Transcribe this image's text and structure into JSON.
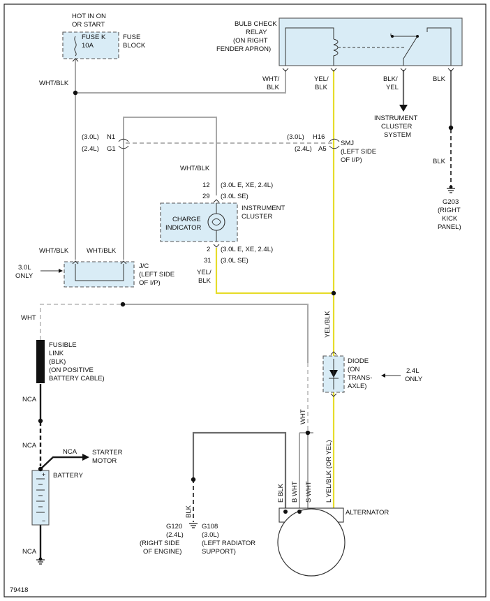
{
  "figure_id": "79418",
  "labels": {
    "hot_in_on": "HOT IN ON",
    "or_start": "OR START",
    "fuse_k": "FUSE K",
    "fuse_amp": "10A",
    "fuse": "FUSE",
    "block": "BLOCK",
    "relay_1": "BULB CHECK",
    "relay_2": "RELAY",
    "relay_3": "(ON RIGHT",
    "relay_4": "FENDER APRON)",
    "wht_blk": "WHT/",
    "blk": "BLK",
    "yel": "YEL/",
    "blk_yel_1": "BLK/",
    "blk_yel_2": "YEL",
    "relay_blk": "BLK",
    "wht_blk_full": "WHT/BLK",
    "ic_sys_1": "INSTRUMENT",
    "ic_sys_2": "CLUSTER",
    "ic_sys_3": "SYSTEM",
    "l30_n1": "(3.0L)",
    "n1": "N1",
    "l24_g1": "(2.4L)",
    "g1": "G1",
    "l30_h16": "(3.0L)",
    "h16": "H16",
    "l24_a5": "(2.4L)",
    "a5": "A5",
    "smj_1": "SMJ",
    "smj_2": "(LEFT SIDE",
    "smj_3": "OF I/P)",
    "blk_lower": "BLK",
    "g203_1": "G203",
    "g203_2": "(RIGHT",
    "g203_3": "KICK",
    "g203_4": "PANEL)",
    "wht_blk_ic": "WHT/BLK",
    "pin12": "12",
    "pin12_desc": "(3.0L E, XE, 2.4L)",
    "pin29": "29",
    "pin29_desc": "(3.0L SE)",
    "ic_1": "INSTRUMENT",
    "ic_2": "CLUSTER",
    "charge_1": "CHARGE",
    "charge_2": "INDICATOR",
    "pin2": "2",
    "pin2_desc": "(3.0L E, XE, 2.4L)",
    "pin31": "31",
    "pin31_desc": "(3.0L SE)",
    "wht_blk_jc_left": "WHT/BLK",
    "wht_blk_jc_right": "WHT/BLK",
    "jc_1": "J/C",
    "jc_2": "(LEFT SIDE",
    "jc_3": "OF I/P)",
    "l30_only_1": "3.0L",
    "l30_only_2": "ONLY",
    "yel_blk_1": "YEL/",
    "yel_blk_2": "BLK",
    "wht": "WHT",
    "yel_blk_vert": "YEL/BLK",
    "fusible_1": "FUSIBLE",
    "fusible_2": "LINK",
    "fusible_3": "(BLK)",
    "fusible_4": "(ON POSITIVE",
    "fusible_5": "BATTERY CABLE)",
    "diode_1": "DIODE",
    "diode_2": "(ON",
    "diode_3": "TRANS-",
    "diode_4": "AXLE)",
    "l24_only_1": "2.4L",
    "l24_only_2": "ONLY",
    "nca_1": "NCA",
    "nca_2": "NCA",
    "nca_3": "NCA",
    "nca_4": "NCA",
    "starter_1": "STARTER",
    "starter_2": "MOTOR",
    "battery": "BATTERY",
    "wht_vert": "WHT",
    "blk_vert_gnd": "BLK",
    "e_blk": "E  BLK",
    "b_wht": "B  WHT",
    "s_wht": "S  WHT",
    "l_yel": "L  YEL/BLK (OR YEL)",
    "alternator": "ALTERNATOR",
    "g120": "G120",
    "g120_l": "(2.4L)",
    "g120_d1": "(RIGHT SIDE",
    "g120_d2": "OF ENGINE)",
    "g108": "G108",
    "g108_l": "(3.0L)",
    "g108_d1": "(LEFT RADIATOR",
    "g108_d2": "SUPPORT)",
    "plus": "+",
    "minus": "−"
  },
  "colors": {
    "wire_wht": "#a8a8a8",
    "wire_yel": "#e6dc2a",
    "wire_blk": "#1a1a1a",
    "component_fill": "#d9ecf6"
  }
}
